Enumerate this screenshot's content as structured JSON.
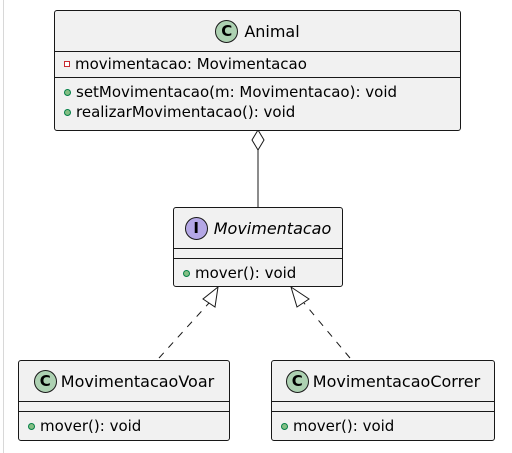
{
  "classes": {
    "animal": {
      "stereotype_letter": "C",
      "name": "Animal",
      "attributes": [
        {
          "visibility": "private",
          "text": "movimentacao: Movimentacao"
        }
      ],
      "methods": [
        {
          "visibility": "public",
          "text": "setMovimentacao(m: Movimentacao): void"
        },
        {
          "visibility": "public",
          "text": "realizarMovimentacao(): void"
        }
      ]
    },
    "movimentacao": {
      "stereotype_letter": "I",
      "name": "Movimentacao",
      "methods": [
        {
          "visibility": "public",
          "text": "mover(): void"
        }
      ]
    },
    "voar": {
      "stereotype_letter": "C",
      "name": "MovimentacaoVoar",
      "methods": [
        {
          "visibility": "public",
          "text": "mover(): void"
        }
      ]
    },
    "correr": {
      "stereotype_letter": "C",
      "name": "MovimentacaoCorrer",
      "methods": [
        {
          "visibility": "public",
          "text": "mover(): void"
        }
      ]
    }
  },
  "colors": {
    "class_badge": "#add1b2",
    "interface_badge": "#b4a7e5",
    "box_fill": "#f1f1f1",
    "line": "#181818",
    "private_marker": "#c82930",
    "public_marker": "#84be84"
  }
}
